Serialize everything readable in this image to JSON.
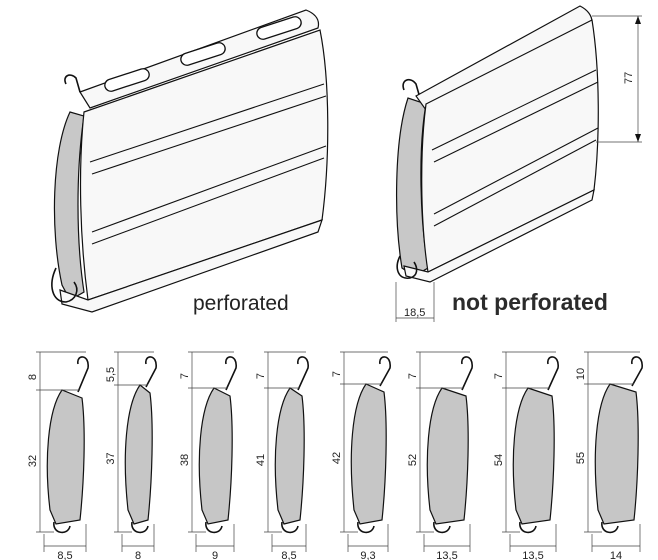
{
  "top_panels": {
    "perforated": {
      "label": "perforated"
    },
    "not_perforated": {
      "label": "not perforated",
      "height_dim": "77",
      "width_dim": "18,5"
    }
  },
  "profiles": [
    {
      "top": "8",
      "body": "32",
      "width": "8,5"
    },
    {
      "top": "5,5",
      "body": "37",
      "width": "8"
    },
    {
      "top": "7",
      "body": "38",
      "width": "9"
    },
    {
      "top": "7",
      "body": "41",
      "width": "8,5"
    },
    {
      "top": "7",
      "body": "42",
      "width": "9,3"
    },
    {
      "top": "7",
      "body": "52",
      "width": "13,5"
    },
    {
      "top": "7",
      "body": "54",
      "width": "13,5"
    },
    {
      "top": "10",
      "body": "55",
      "width": "14"
    }
  ]
}
